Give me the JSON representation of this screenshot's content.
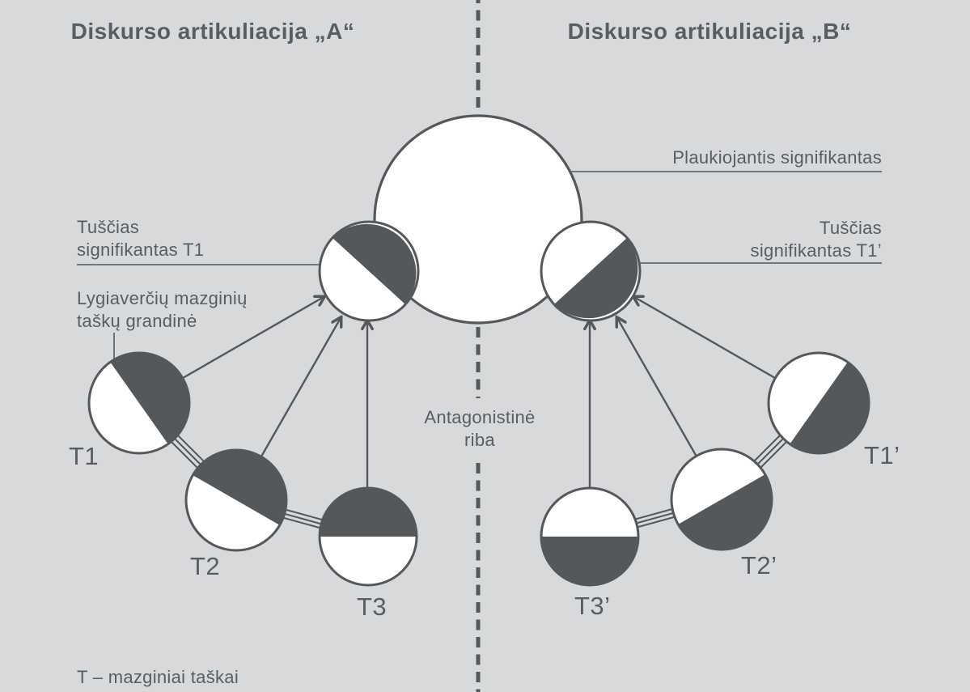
{
  "titles": {
    "left": "Diskurso artikuliacija „A“",
    "right": "Diskurso artikuliacija „B“"
  },
  "labels": {
    "floating_signifier": "Plaukiojantis signifikantas",
    "empty_signifier_left_line1": "Tuščias",
    "empty_signifier_left_line2": "signifikantas T1",
    "empty_signifier_right_line1": "Tuščias",
    "empty_signifier_right_line2": "signifikantas T1’",
    "chain_line1": "Lygiaverčių mazginių",
    "chain_line2": "taškų grandinė",
    "boundary_line1": "Antagonistinė",
    "boundary_line2": "riba",
    "legend": "T – mazginiai taškai"
  },
  "nodes": {
    "left": [
      "T1",
      "T2",
      "T3"
    ],
    "right": [
      "T1’",
      "T2’",
      "T3’"
    ]
  },
  "colors": {
    "background": "#d8d9da",
    "dark": "#54585b",
    "text": "#595d61",
    "white": "#ffffff"
  }
}
